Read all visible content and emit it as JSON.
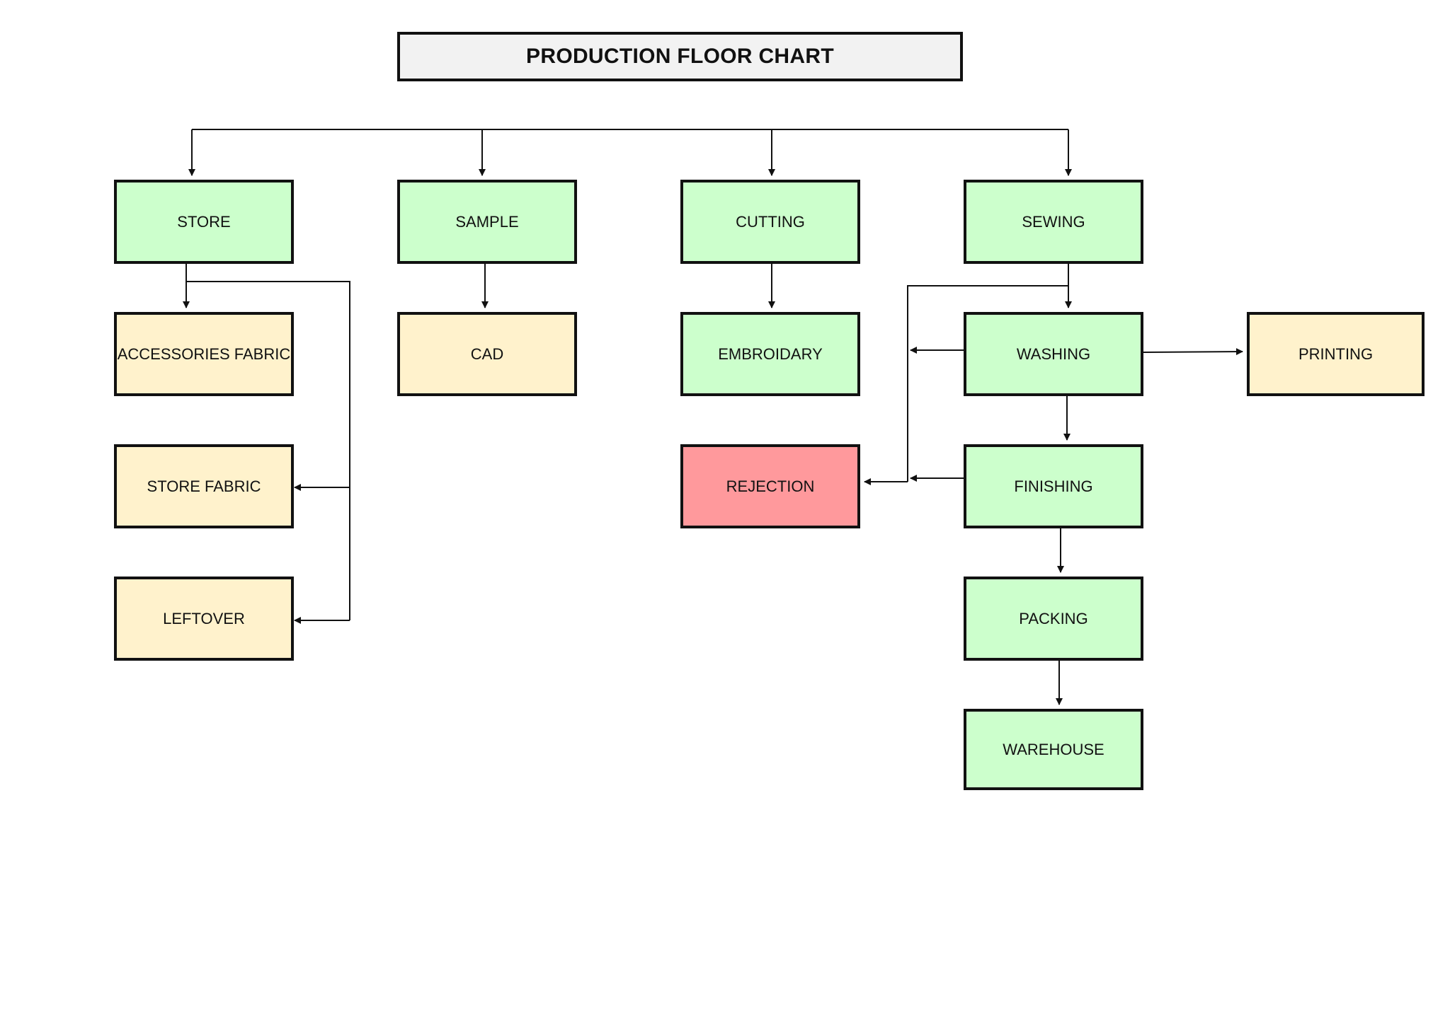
{
  "title": "PRODUCTION FLOOR CHART",
  "nodes": {
    "store": "STORE",
    "sample": "SAMPLE",
    "cutting": "CUTTING",
    "sewing": "SEWING",
    "accessories_fabric": "ACCESSORIES FABRIC",
    "cad": "CAD",
    "embroidary": "EMBROIDARY",
    "washing": "WASHING",
    "printing": "PRINTING",
    "store_fabric": "STORE FABRIC",
    "rejection": "REJECTION",
    "finishing": "FINISHING",
    "leftover": "LEFTOVER",
    "packing": "PACKING",
    "warehouse": "WAREHOUSE"
  },
  "colors": {
    "department": "#ccffcc",
    "sub_unit": "#fff2cc",
    "rejection": "#ff999c",
    "title_fill": "#f2f2f2",
    "border": "#111111"
  },
  "edges": [
    {
      "from": "title",
      "to": "store"
    },
    {
      "from": "title",
      "to": "sample"
    },
    {
      "from": "title",
      "to": "cutting"
    },
    {
      "from": "title",
      "to": "sewing"
    },
    {
      "from": "store",
      "to": "accessories_fabric"
    },
    {
      "from": "store",
      "to": "store_fabric"
    },
    {
      "from": "store",
      "to": "leftover"
    },
    {
      "from": "sample",
      "to": "cad"
    },
    {
      "from": "cutting",
      "to": "embroidary"
    },
    {
      "from": "sewing",
      "to": "washing"
    },
    {
      "from": "sewing",
      "to": "rejection"
    },
    {
      "from": "washing",
      "to": "rejection"
    },
    {
      "from": "washing",
      "to": "printing"
    },
    {
      "from": "washing",
      "to": "finishing"
    },
    {
      "from": "finishing",
      "to": "rejection"
    },
    {
      "from": "finishing",
      "to": "packing"
    },
    {
      "from": "packing",
      "to": "warehouse"
    }
  ]
}
